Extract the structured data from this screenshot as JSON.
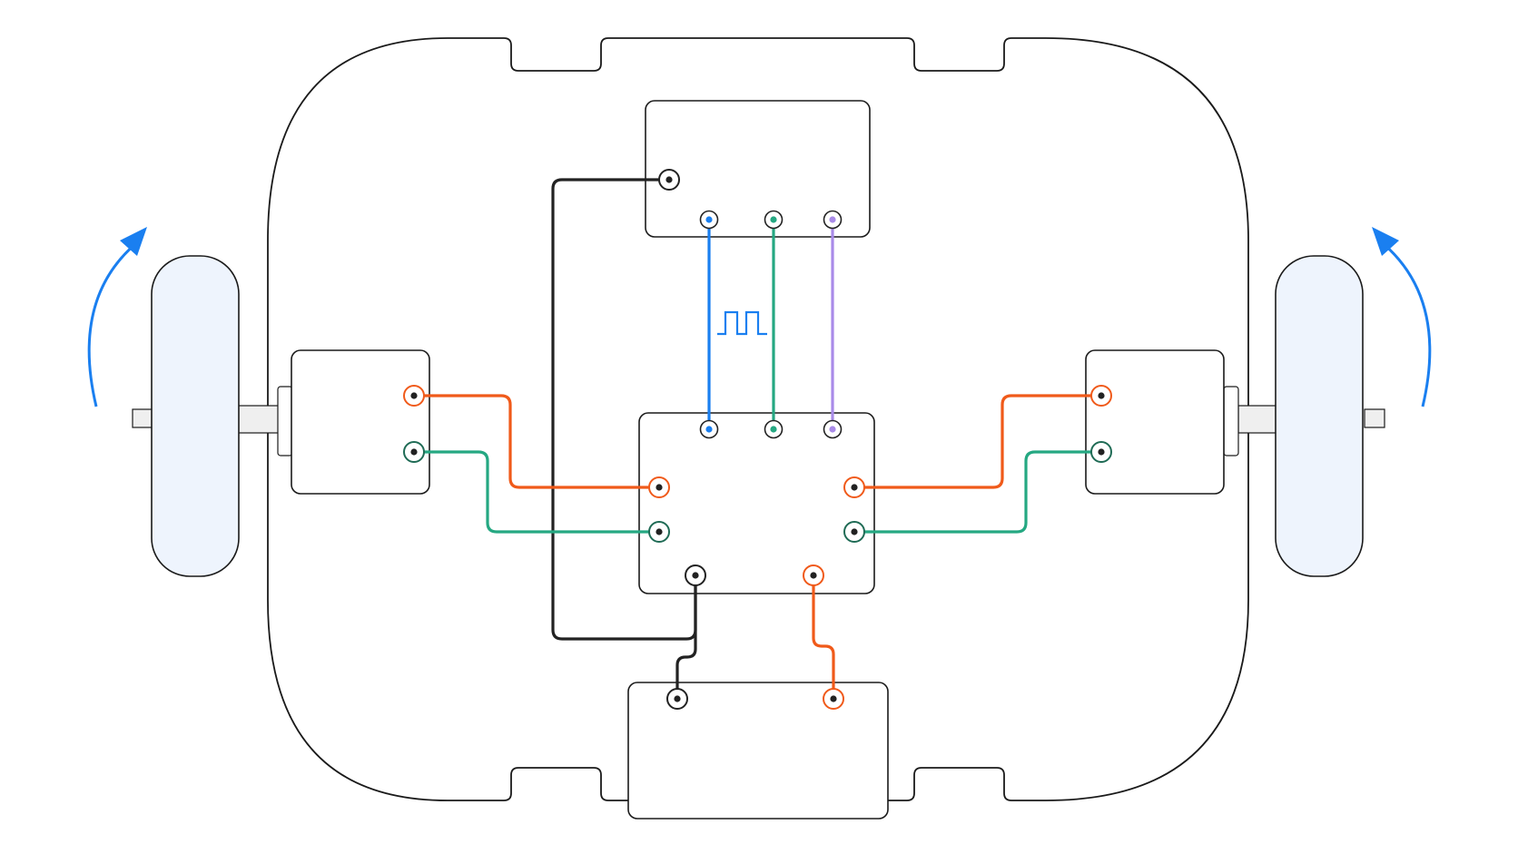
{
  "diagram": {
    "title": "",
    "colors": {
      "outline": "#1a1a1a",
      "wire_ground": "#222222",
      "wire_power": "#f05a1a",
      "wire_signal_green": "#25a882",
      "wire_signal_blue": "#1a7ff0",
      "wire_signal_purple": "#a98be8",
      "wheel_fill": "#eef4fd",
      "arrow": "#1a7ff0",
      "axle_fill": "#efefef"
    },
    "components": [
      {
        "id": "chassis",
        "kind": "robot-chassis-outline"
      },
      {
        "id": "controller",
        "kind": "top-module",
        "terminals": 4
      },
      {
        "id": "driver",
        "kind": "center-motor-driver",
        "terminals": 9
      },
      {
        "id": "motor-left",
        "kind": "motor",
        "terminals": 2
      },
      {
        "id": "motor-right",
        "kind": "motor",
        "terminals": 2
      },
      {
        "id": "battery",
        "kind": "bottom-module",
        "terminals": 2
      },
      {
        "id": "wheel-left",
        "kind": "wheel"
      },
      {
        "id": "wheel-right",
        "kind": "wheel"
      }
    ],
    "wires": [
      {
        "id": "ground-controller",
        "color": "wire_ground"
      },
      {
        "id": "signal-1",
        "color": "wire_signal_blue"
      },
      {
        "id": "signal-2",
        "color": "wire_signal_green"
      },
      {
        "id": "signal-3",
        "color": "wire_signal_purple"
      },
      {
        "id": "left-motor-power",
        "color": "wire_power"
      },
      {
        "id": "left-motor-return",
        "color": "wire_signal_green"
      },
      {
        "id": "right-motor-power",
        "color": "wire_power"
      },
      {
        "id": "right-motor-return",
        "color": "wire_signal_green"
      },
      {
        "id": "battery-ground",
        "color": "wire_ground"
      },
      {
        "id": "battery-power",
        "color": "wire_power"
      }
    ],
    "icons": [
      "pwm-waveform-icon",
      "rotation-arrow-icon"
    ]
  }
}
